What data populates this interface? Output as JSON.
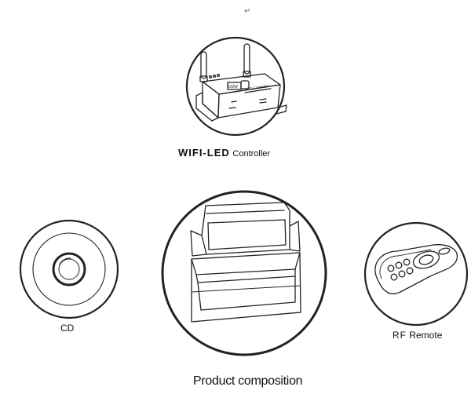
{
  "return_mark": "↵",
  "labels": {
    "controller_part1": "WIFI-LED",
    "controller_part2": "Controller",
    "cd": "CD",
    "remote_part1": "RF",
    "remote_part2": "Remote",
    "title": "Product composition"
  },
  "device_text": {
    "controller_badge": "DDW",
    "controller_name": "LED Controller"
  },
  "icons": [
    "wifi-led-controller-icon",
    "cd-disc-icon",
    "packaging-box-icon",
    "rf-remote-icon"
  ],
  "colors": {
    "line": "#222222",
    "background": "#ffffff"
  }
}
